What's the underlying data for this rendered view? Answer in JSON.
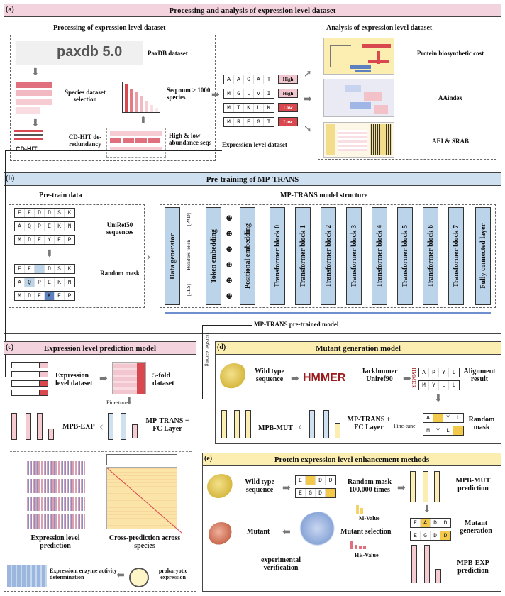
{
  "panel_a": {
    "label": "(a)",
    "title": "Processing and analysis of expression level dataset",
    "left_title": "Processing of expression level dataset",
    "right_title": "Analysis of expression level dataset",
    "paxdb_logo": "paxdb 5.0",
    "paxdb_label": "PaxDB dataset",
    "species_selection": "Species dataset selection",
    "seq_num": "Seq num > 1000 species",
    "cdhit_logo": "CD-HIT",
    "cdhit_label": "CD-HIT de-redundancy",
    "high_low": "High & low abundance seqs",
    "sequences": [
      {
        "chars": [
          "A",
          "A",
          "G",
          "A",
          "T"
        ],
        "level": "High"
      },
      {
        "chars": [
          "M",
          "G",
          "L",
          "V",
          "I"
        ],
        "level": "High"
      },
      {
        "chars": [
          "M",
          "T",
          "K",
          "L",
          "K"
        ],
        "level": "Low"
      },
      {
        "chars": [
          "M",
          "R",
          "E",
          "G",
          "T"
        ],
        "level": "Low"
      }
    ],
    "expr_dataset": "Expression level dataset",
    "analyses": [
      "Protein biosynthetic cost",
      "AAindex",
      "AEI & SRAB"
    ]
  },
  "panel_b": {
    "label": "(b)",
    "title": "Pre-training of MP-TRANS",
    "pretrain_title": "Pre-train data",
    "model_title": "MP-TRANS model structure",
    "seqs": [
      [
        "E",
        "E",
        "D",
        "D",
        "S",
        "K"
      ],
      [
        "A",
        "Q",
        "P",
        "E",
        "K",
        "N"
      ],
      [
        "M",
        "D",
        "E",
        "Y",
        "E",
        "P"
      ]
    ],
    "masked": [
      [
        "E",
        "E",
        "",
        "D",
        "S",
        "K"
      ],
      [
        "A",
        "Q",
        "P",
        "E",
        "K",
        "N"
      ],
      [
        "M",
        "D",
        "E",
        "K",
        "E",
        "P"
      ]
    ],
    "uniref": "UniRef50 sequences",
    "random_mask": "Random mask",
    "data_generator": "Data generator",
    "tokens": [
      "[PAD]",
      "Residues token",
      "[CLS]"
    ],
    "token_embedding": "Token embedding",
    "positional_embedding": "Positional embedding",
    "blocks": [
      "Transformer block 0",
      "Transformer block 1",
      "Transformer block 2",
      "Transformer block 3",
      "Transformer block 4",
      "Transformer block 5",
      "Transformer block 6",
      "Transformer block 7"
    ],
    "fc": "Fully connected layer",
    "pretrained": "MP-TRANS pre-trained model",
    "transfer": "Transfer learning"
  },
  "panel_c": {
    "label": "(c)",
    "title": "Expression level prediction model",
    "expr_dataset": "Expression level dataset",
    "fivefold": "5-fold dataset",
    "finetune": "Fine-tune",
    "mptrans_fc": "MP-TRANS + FC Layer",
    "mpb_exp": "MPB-EXP",
    "expr_pred": "Expression level prediction",
    "cross_pred": "Cross-prediction across species"
  },
  "panel_d": {
    "label": "(d)",
    "title": "Mutant generation model",
    "wild_type": "Wild type sequence",
    "hmmer": "HMMER",
    "jackhmmer": "Jackhmmer Uniref90",
    "alignment": "Alignment result",
    "align_seqs": [
      [
        "A",
        "P",
        "Y",
        "L"
      ],
      [
        "M",
        "Y",
        "L",
        "L"
      ]
    ],
    "mask_seqs": [
      [
        "A",
        "",
        "Y",
        "L"
      ],
      [
        "M",
        "Y",
        "L",
        ""
      ]
    ],
    "random_mask": "Random mask",
    "finetune": "Fine-tune",
    "mptrans_fc": "MP-TRANS + FC Layer",
    "mpb_mut": "MPB-MUT"
  },
  "panel_e": {
    "label": "(e)",
    "title": "Protein expression level enhancement methods",
    "wild_type": "Wild type sequence",
    "random_mask": "Random mask 100,000 times",
    "mask_seqs": [
      [
        "E",
        "",
        "D",
        "D"
      ],
      [
        "E",
        "G",
        "D",
        ""
      ]
    ],
    "mpb_mut_pred": "MPB-MUT prediction",
    "mutant_gen": "Mutant generation",
    "gen_seqs": [
      [
        "E",
        "A",
        "D",
        "D"
      ],
      [
        "E",
        "G",
        "D",
        "D"
      ]
    ],
    "mutant_selection": "Mutant selection",
    "m_value": "M-Value",
    "he_value": "HE-Value",
    "mutant": "Mutant",
    "mpb_exp_pred": "MPB-EXP prediction",
    "exp_verification": "experimental verification",
    "prokaryotic": "prokaryotic expression",
    "expression_det": "Expression, enzyme activity determination"
  },
  "colors": {
    "pink_bg": "#f3d3de",
    "blue_bg": "#cfe0f1",
    "yellow_bg": "#fbeeb0",
    "block_blue": "#bcd4ea",
    "high": "#f2c6cf",
    "low": "#d9484f",
    "hmmer_red": "#9a1b1b"
  }
}
